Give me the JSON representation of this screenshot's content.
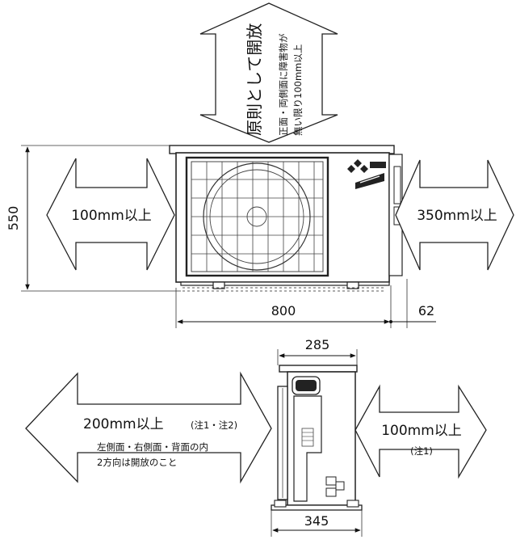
{
  "top_arrow": {
    "main_label": "原則として開放",
    "note_line1": "正面・両側面に障害物が",
    "note_line2": "無い限り100mm以上"
  },
  "front_view": {
    "left_clearance": "100mm以上",
    "right_clearance": "350mm以上",
    "height_dim": "550",
    "width_dim": "800",
    "side_extra_dim": "62"
  },
  "side_view": {
    "top_depth_dim": "285",
    "bottom_depth_dim": "345",
    "left_clearance": "200mm以上",
    "left_note": "(注1・注2)",
    "left_desc_line1": "左側面・右側面・背面の内",
    "left_desc_line2": "2方向は開放のこと",
    "right_clearance": "100mm以上",
    "right_note": "(注1)"
  }
}
